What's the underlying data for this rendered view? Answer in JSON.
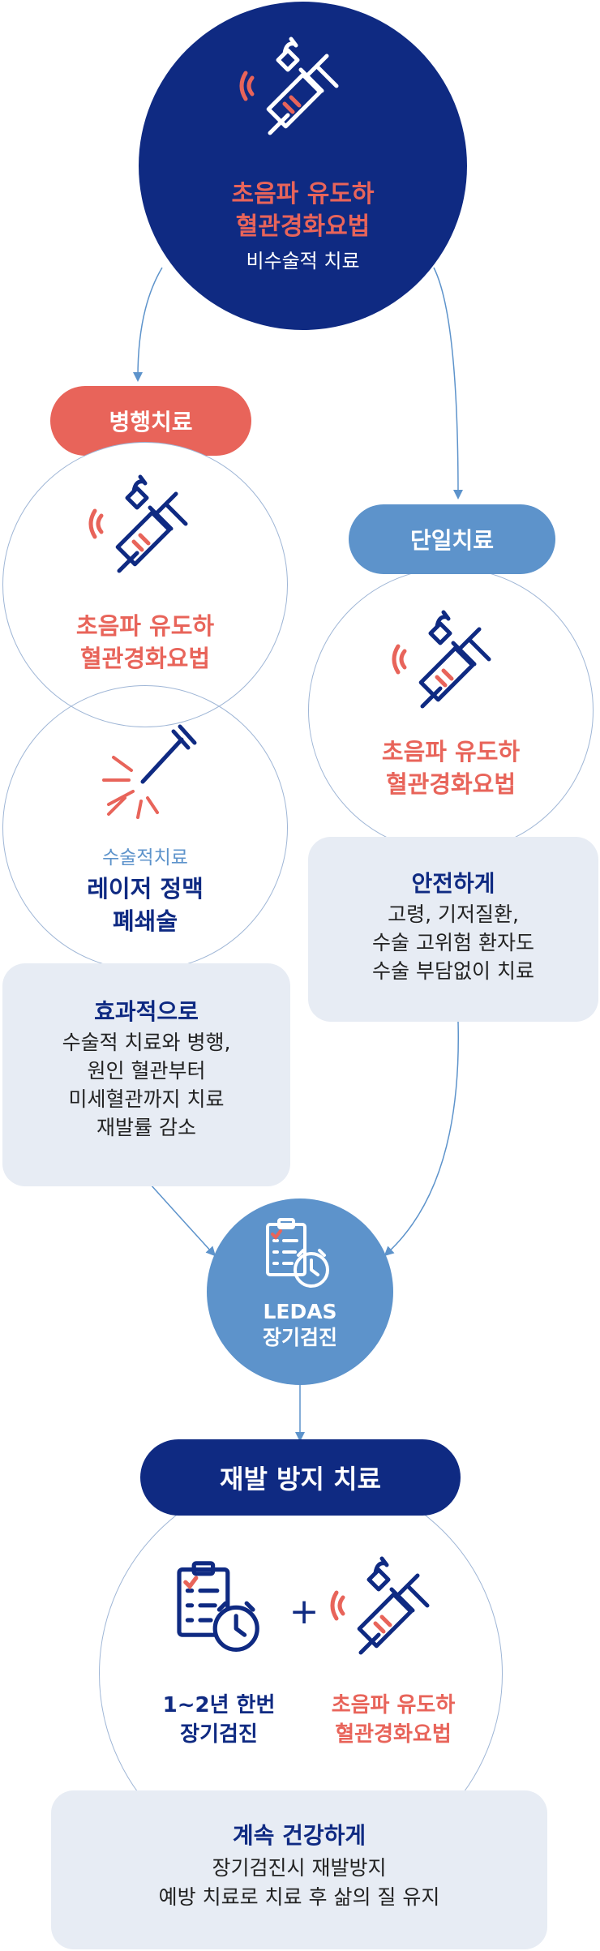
{
  "top": {
    "title_line1": "초음파 유도하",
    "title_line2": "혈관경화요법",
    "subtitle": "비수술적 치료"
  },
  "left": {
    "pill_label": "병행치료",
    "circle1_line1": "초음파 유도하",
    "circle1_line2": "혈관경화요법",
    "circle2_sub": "수술적치료",
    "circle2_line1": "레이저 정맥",
    "circle2_line2": "폐쇄술",
    "panel_title": "효과적으로",
    "panel_lines": [
      "수술적 치료와 병행,",
      "원인 혈관부터",
      "미세혈관까지 치료",
      "재발률 감소"
    ]
  },
  "right": {
    "pill_label": "단일치료",
    "circle_line1": "초음파 유도하",
    "circle_line2": "혈관경화요법",
    "panel_title": "안전하게",
    "panel_lines": [
      "고령, 기저질환,",
      "수술 고위험 환자도",
      "수술 부담없이 치료"
    ]
  },
  "ledas": {
    "line1": "LEDAS",
    "line2": "장기검진"
  },
  "bottom": {
    "pill_label": "재발 방지 치료",
    "left_line1": "1~2년 한번",
    "left_line2": "장기검진",
    "plus": "+",
    "right_line1": "초음파 유도하",
    "right_line2": "혈관경화요법",
    "panel_title": "계속 건강하게",
    "panel_lines": [
      "장기검진시 재발방지",
      "예방 치료로 치료 후 삶의 질 유지"
    ]
  },
  "colors": {
    "navy": "#0f2a82",
    "coral": "#e8645a",
    "blue": "#5d93cb",
    "panel": "#e7ecf4"
  },
  "icons": [
    "syringe-icon",
    "laser-icon",
    "checklist-clock-icon",
    "plus-icon"
  ]
}
